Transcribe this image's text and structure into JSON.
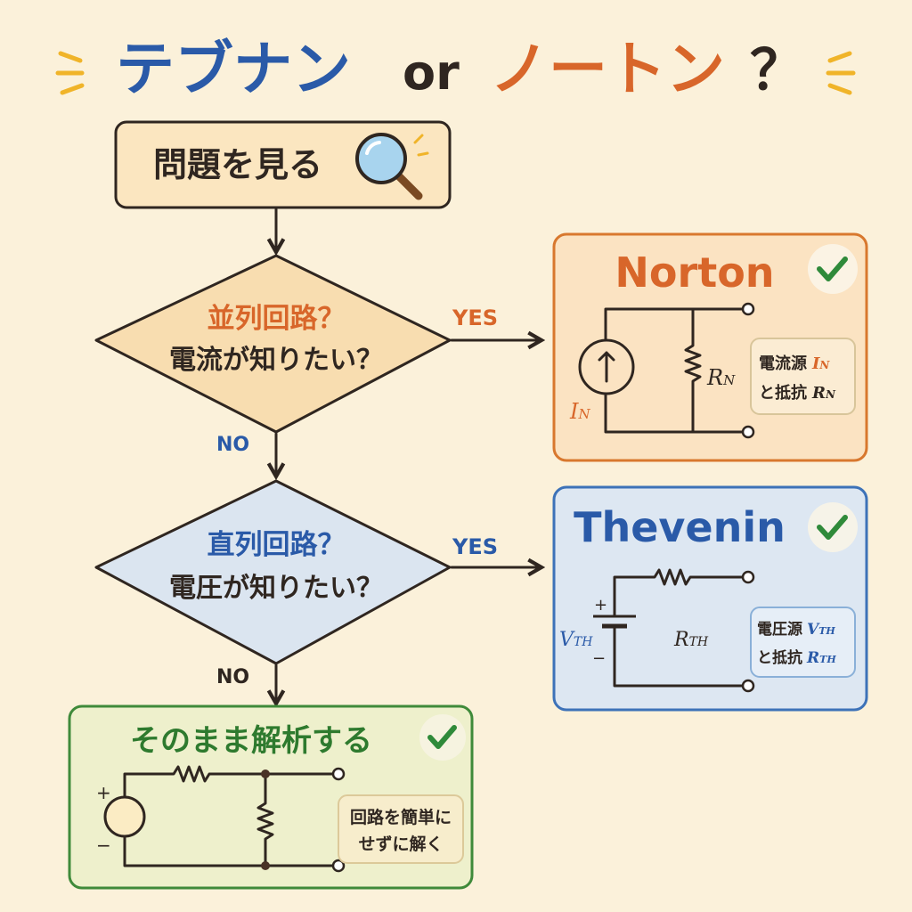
{
  "title": {
    "part1": "テブナン",
    "or": "or",
    "part2": "ノートン",
    "mark": "？"
  },
  "colors": {
    "blue": "#2a5aa8",
    "orange": "#d8662a",
    "green": "#2e7a2e",
    "dark": "#2f2620",
    "background": "#fbf1da"
  },
  "start": {
    "label": "問題を見る",
    "icon": "magnifier-icon"
  },
  "decision1": {
    "line1": "並列回路？",
    "line2": "電流が知りたい？",
    "yes": "YES",
    "no": "NO"
  },
  "decision2": {
    "line1": "直列回路？",
    "line2": "電圧が知りたい？",
    "yes": "YES",
    "no": "NO"
  },
  "norton": {
    "title": "Norton",
    "icon": "check-icon",
    "source_label": {
      "main": "I",
      "sub": "N"
    },
    "resistor_label": {
      "main": "R",
      "sub": "N"
    },
    "note_line1": "電流源",
    "note_var1": {
      "main": "I",
      "sub": "N"
    },
    "note_line2": "と抵抗",
    "note_var2": {
      "main": "R",
      "sub": "N"
    }
  },
  "thevenin": {
    "title": "Thevenin",
    "icon": "check-icon",
    "plus": "+",
    "minus": "−",
    "source_label": {
      "main": "V",
      "sub": "TH"
    },
    "resistor_label": {
      "main": "R",
      "sub": "TH"
    },
    "note_line1": "電圧源",
    "note_var1": {
      "main": "V",
      "sub": "TH"
    },
    "note_line2": "と抵抗",
    "note_var2": {
      "main": "R",
      "sub": "TH"
    }
  },
  "direct": {
    "title": "そのまま解析する",
    "icon": "check-icon",
    "plus": "+",
    "minus": "−",
    "note_line1": "回路を簡単に",
    "note_line2": "せずに解く"
  }
}
